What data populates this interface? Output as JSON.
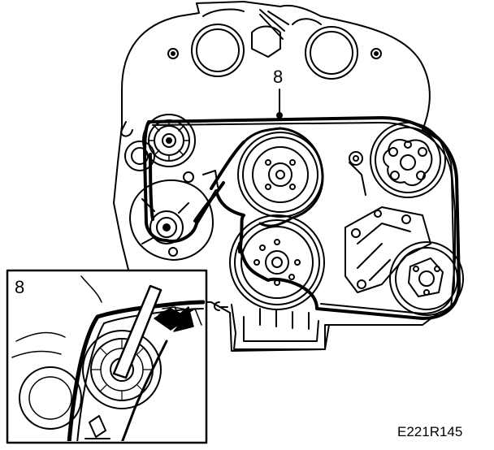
{
  "diagram": {
    "main_callout": "8",
    "inset_callout": "8",
    "reference_code": "E221R145",
    "colors": {
      "ink": "#000000",
      "paper": "#ffffff",
      "arrow": "#000000"
    }
  }
}
